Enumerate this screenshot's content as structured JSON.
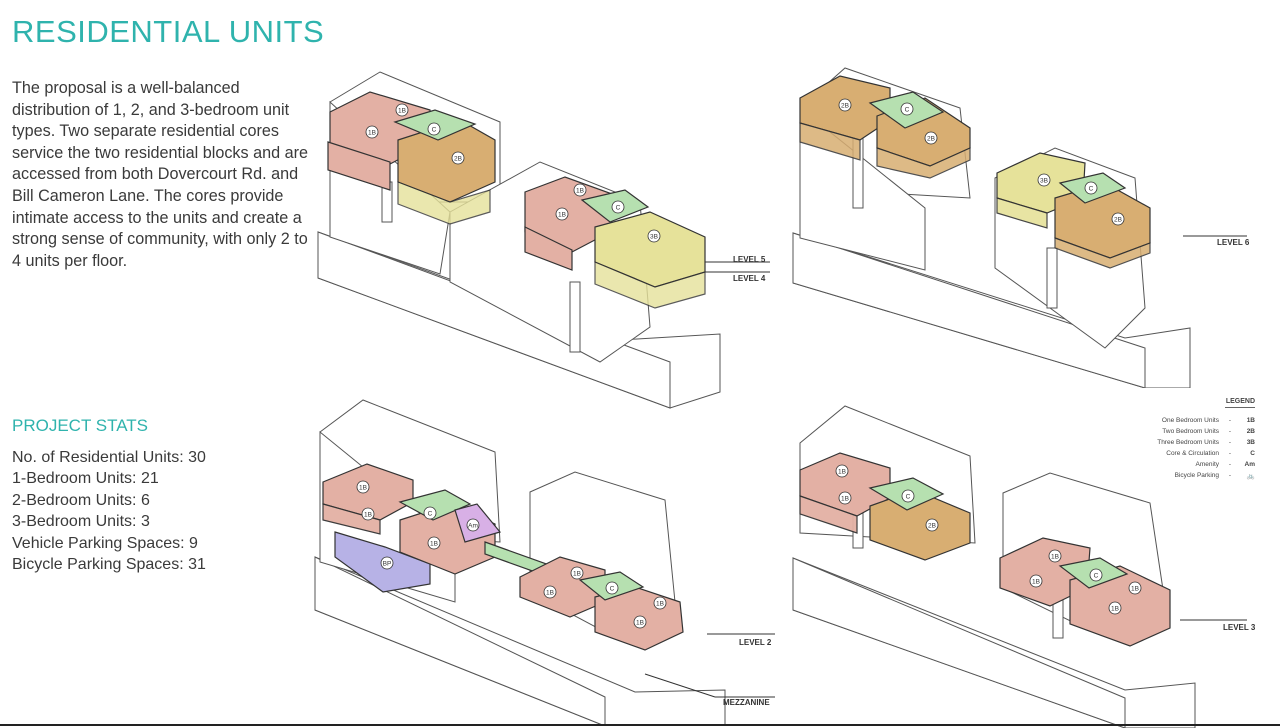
{
  "title": "RESIDENTIAL UNITS",
  "intro": "The proposal is a well-balanced distribution of 1, 2, and 3-bedroom unit types. Two separate residential cores service the two residential blocks and are accessed from both Dovercourt Rd. and Bill Cameron Lane. The cores provide intimate access to the units and create a strong sense of community, with only 2 to 4 units per floor.",
  "stats": {
    "heading": "PROJECT STATS",
    "items": [
      "No. of Residential Units: 30",
      "1-Bedroom Units: 21",
      "2-Bedroom Units: 6",
      "3-Bedroom Units: 3",
      "Vehicle Parking Spaces: 9",
      "Bicycle Parking Spaces: 31"
    ]
  },
  "levels": {
    "level5": "LEVEL 5",
    "level4": "LEVEL 4",
    "level6": "LEVEL 6",
    "level2": "LEVEL 2",
    "mezzanine": "MEZZANINE",
    "level3": "LEVEL 3"
  },
  "unit_tags": {
    "one": "1B",
    "two": "2B",
    "three": "3B",
    "core": "C",
    "amenity": "Am",
    "bike": "BP"
  },
  "legend": {
    "heading": "LEGEND",
    "items": [
      {
        "label": "One Bedroom Units",
        "dash": "-",
        "code": "1B"
      },
      {
        "label": "Two Bedroom Units",
        "dash": "-",
        "code": "2B"
      },
      {
        "label": "Three Bedroom Units",
        "dash": "-",
        "code": "3B"
      },
      {
        "label": "Core & Circulation",
        "dash": "-",
        "code": "C"
      },
      {
        "label": "Amenity",
        "dash": "-",
        "code": "Am"
      },
      {
        "label": "Bicycle Parking",
        "dash": "-",
        "code": "🚲"
      }
    ]
  },
  "colors": {
    "accent": "#2fb3ad",
    "one_bedroom": "#e3b0a4",
    "two_bedroom": "#d8ae72",
    "three_bedroom": "#e6e29a",
    "core": "#b6e0b0",
    "amenity": "#d8b0e6",
    "bicycle": "#b7b2e6"
  }
}
